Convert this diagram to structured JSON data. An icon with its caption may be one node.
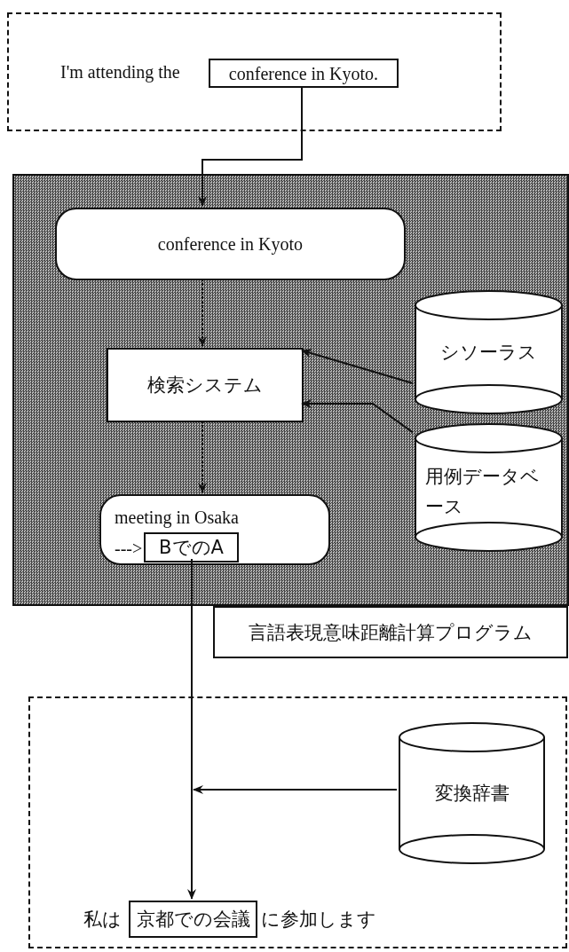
{
  "diagram": {
    "nodes": [
      {
        "text": [
          "I'm attending the"
        ]
      },
      {
        "text": [
          "conference in Kyoto."
        ],
        "in": 0
      },
      {
        "text": [],
        "shape": "box"
      },
      {
        "text": [
          "conference in Kyoto"
        ],
        "in": 2
      },
      {
        "text": [
          "検索システム"
        ],
        "in": 2
      },
      {
        "text": [
          "シソーラス"
        ],
        "in": 2
      },
      {
        "text": [
          "用例データベース"
        ],
        "in": 2
      },
      {
        "text": [
          "meeting in Osaka",
          "--->"
        ],
        "in": 2
      },
      {
        "text": [
          "BでのA"
        ],
        "in": 7
      },
      {
        "text": [
          "言語表現意味距離計算プログラム"
        ]
      },
      {
        "text": [
          "私は",
          "に参加します"
        ]
      },
      {
        "text": [
          "京都での会議"
        ],
        "in": 10
      },
      {
        "text": [
          "変換辞書"
        ],
        "in": 10
      }
    ],
    "edges": [
      {
        "from": 1,
        "to": 3,
        "arrow": "to"
      },
      {
        "from": 3,
        "to": 4,
        "arrow": "to",
        "style": "dashed"
      },
      {
        "from": 5,
        "to": 4,
        "arrow": "to"
      },
      {
        "from": 6,
        "to": 4,
        "arrow": "to"
      },
      {
        "from": 4,
        "to": 7,
        "arrow": "to",
        "style": "dashed"
      },
      {
        "from": 8,
        "to": 11,
        "arrow": "to"
      },
      {
        "from": 12,
        "to": null,
        "arrow": "to"
      }
    ]
  }
}
